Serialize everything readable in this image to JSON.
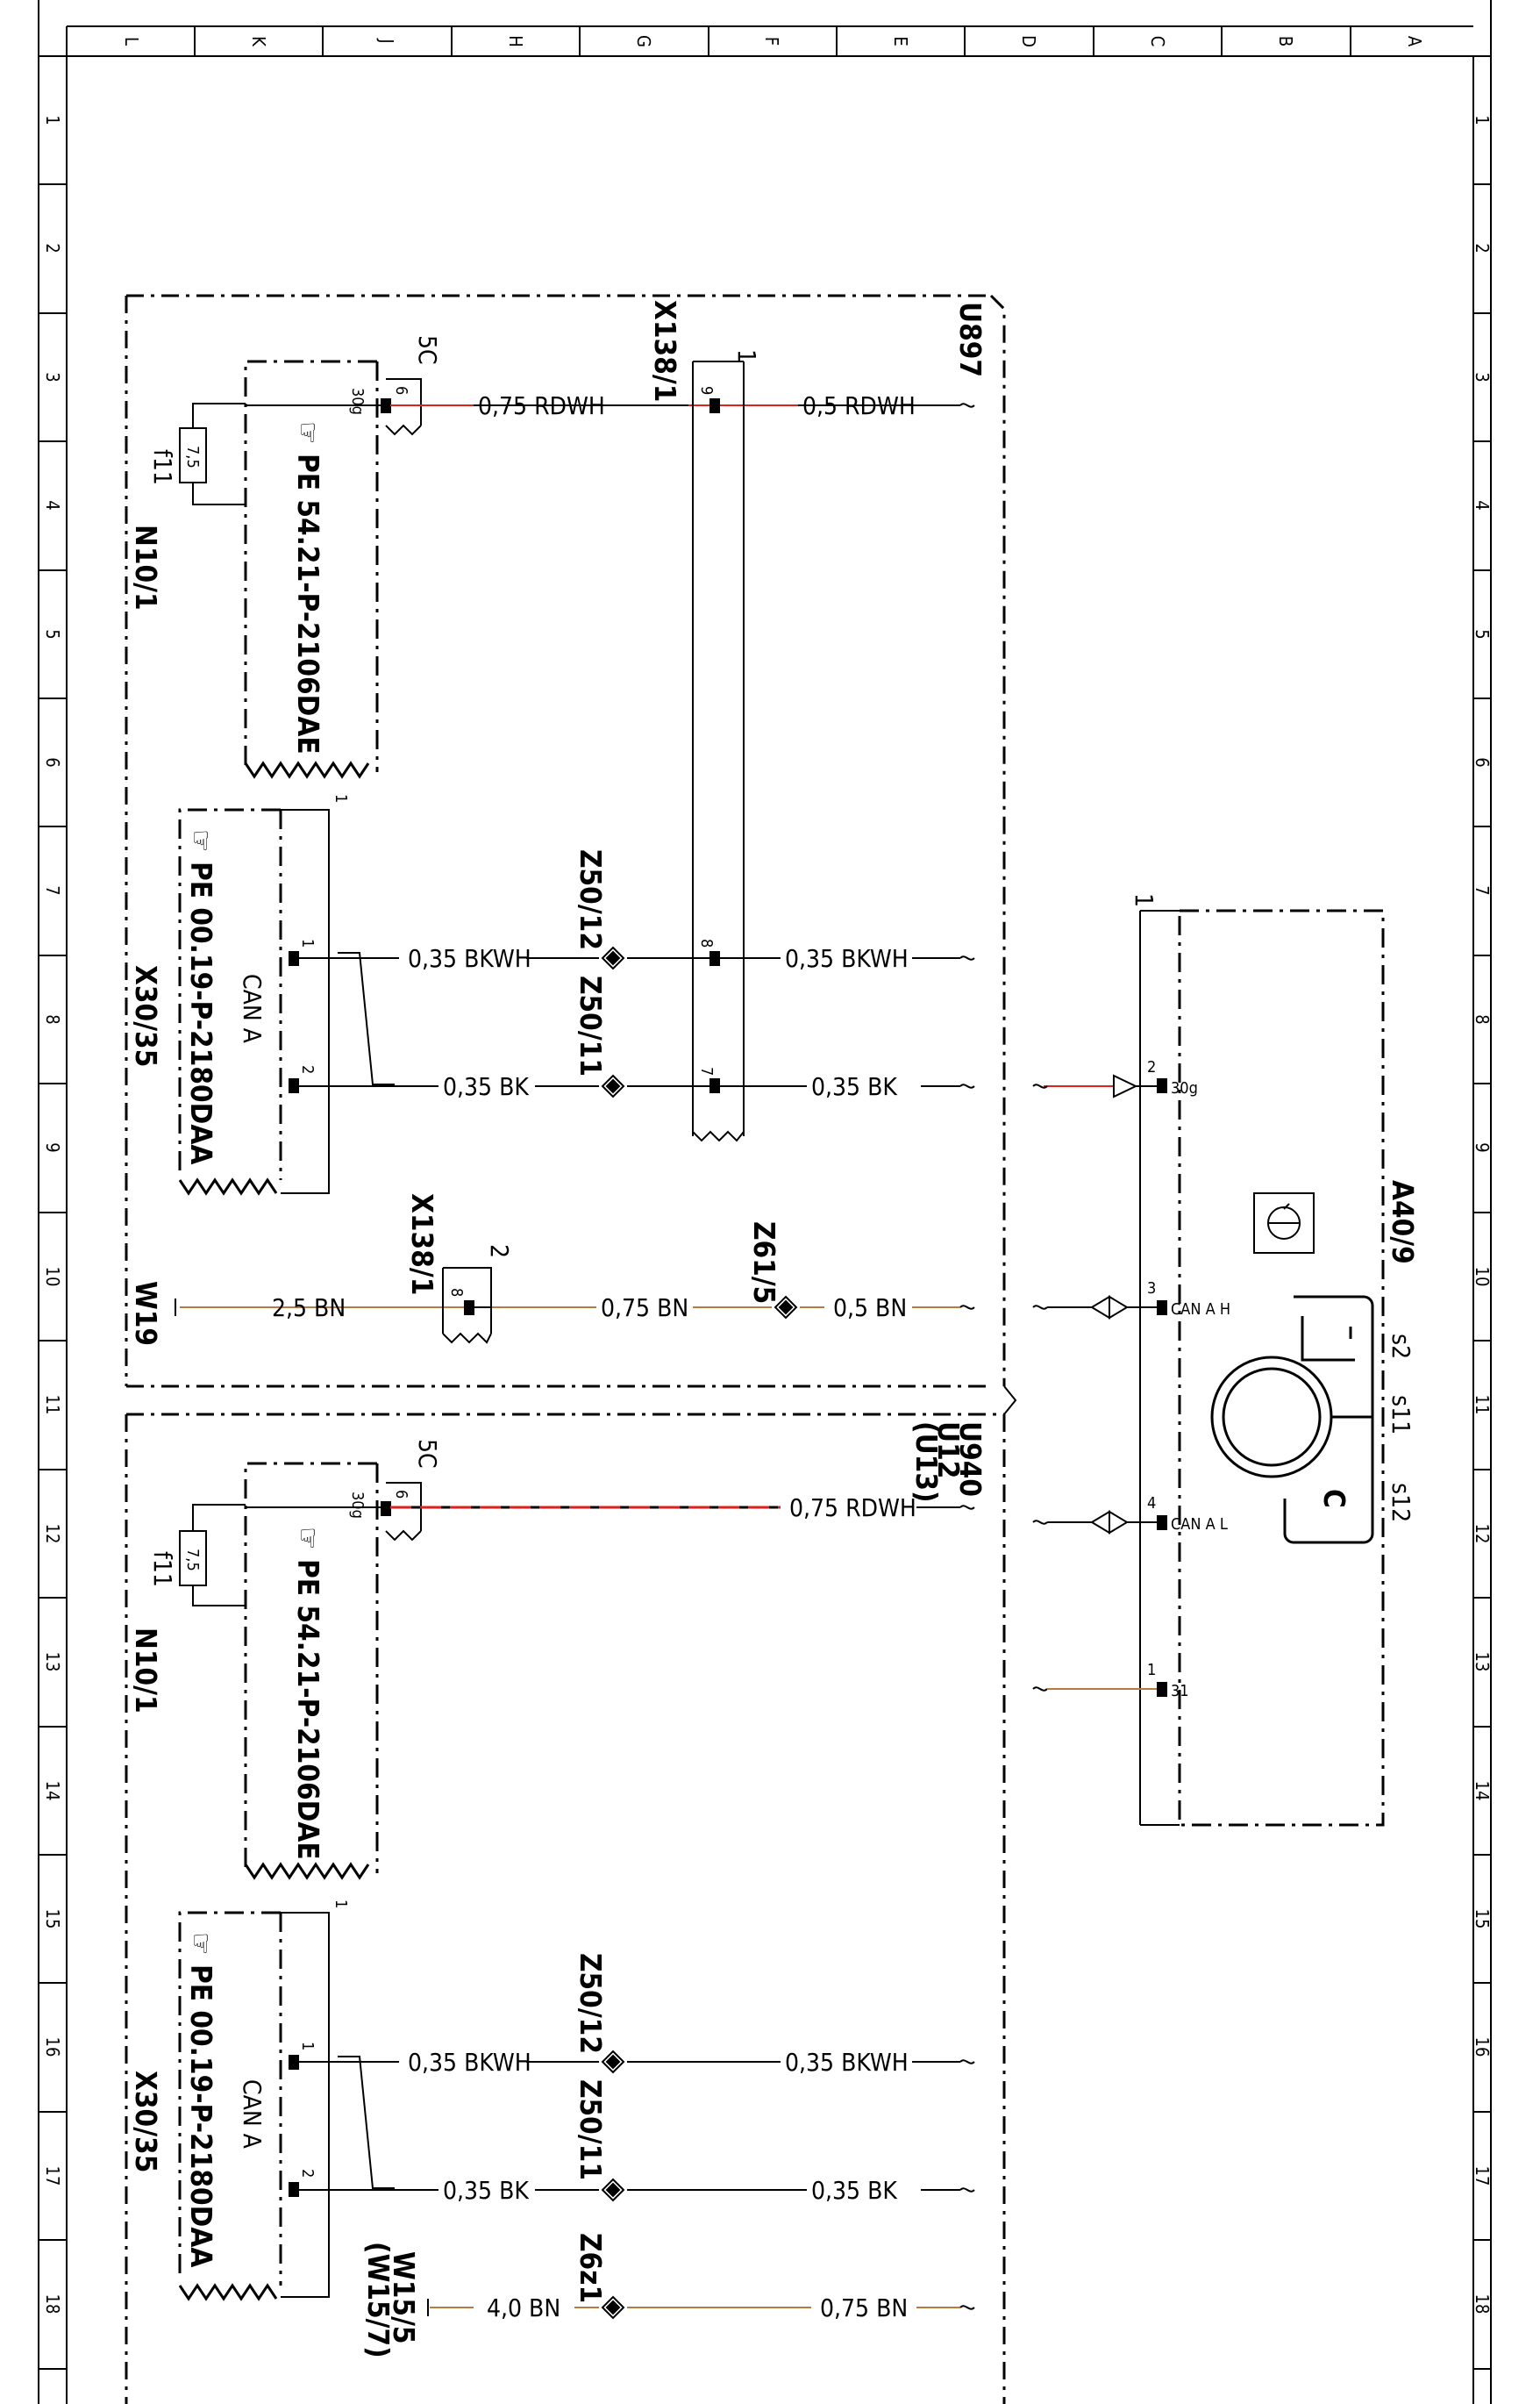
{
  "grid": {
    "top_columns": [
      "L",
      "K",
      "J",
      "H",
      "G",
      "F",
      "E",
      "D",
      "C",
      "B",
      "A"
    ],
    "rows": [
      "1",
      "2",
      "3",
      "4",
      "5",
      "6",
      "7",
      "8",
      "9",
      "10",
      "11",
      "12",
      "13",
      "14",
      "15",
      "16",
      "17",
      "18"
    ]
  },
  "labels": {
    "U897": "U897",
    "U940": "U940",
    "U12": "U12",
    "U13": "(U13)",
    "X138_1_a": "X138/1",
    "X138_1_b": "X138/1",
    "N10_1_a": "N10/1",
    "N10_1_b": "N10/1",
    "PE_a": "PE 54.21-P-2106DAE",
    "PE_b": "PE 54.21-P-2106DAE",
    "PE_c": "PE 00.19-P-2180DAA",
    "PE_d": "PE 00.19-P-2180DAA",
    "X30_35_a": "X30/35",
    "X30_35_b": "X30/35",
    "CAN_A_a": "CAN A",
    "CAN_A_b": "CAN A",
    "f11_a": "f11",
    "f11_b": "f11",
    "fuse_a": "7,5",
    "fuse_b": "7,5",
    "fiveC_a": "5C",
    "fiveC_b": "5C",
    "W19": "W19",
    "W15_5": "W15/5",
    "W15_7": "(W15/7)",
    "Z50_12_a": "Z50/12",
    "Z50_11_a": "Z50/11",
    "Z50_12_b": "Z50/12",
    "Z50_11_b": "Z50/11",
    "Z61_5": "Z61/5",
    "Z6z1": "Z6z1",
    "A40_9": "A40/9",
    "s2": "s2",
    "s11": "s11",
    "s12": "s12",
    "C": "C",
    "pin30g_a": "30g",
    "pin30g_b": "30g",
    "pin30g_c": "30g",
    "pin31": "31",
    "canah": "CAN A H",
    "canal": "CAN A L",
    "one_a": "1",
    "one_b": "1",
    "one_c": "1",
    "one_d": "1",
    "two_x": "2"
  },
  "wires": {
    "w1": "0,75 RDWH",
    "w2": "0,5 RDWH",
    "w3": "0,35 BKWH",
    "w4": "0,35 BKWH",
    "w5": "0,35 BK",
    "w6": "0,35 BK",
    "w7": "2,5 BN",
    "w8": "0,75 BN",
    "w9": "0,5 BN",
    "w10": "0,75 RDWH",
    "w11": "0,35 BKWH",
    "w12": "0,35 BKWH",
    "w13": "0,35 BK",
    "w14": "0,35 BK",
    "w15": "4,0 BN",
    "w16": "0,75 BN"
  },
  "pins": {
    "p9": "9",
    "p6a": "6",
    "p1a": "1",
    "p2a": "2",
    "p8a": "8",
    "p7a": "7",
    "p8b": "8",
    "p6b": "6",
    "p1b": "1",
    "p2b": "2",
    "pc2": "2",
    "pc3": "3",
    "pc4": "4",
    "pc1": "1"
  },
  "colors": {
    "red": "#e0201b",
    "brown": "#b77b3f",
    "line": "#000000"
  }
}
